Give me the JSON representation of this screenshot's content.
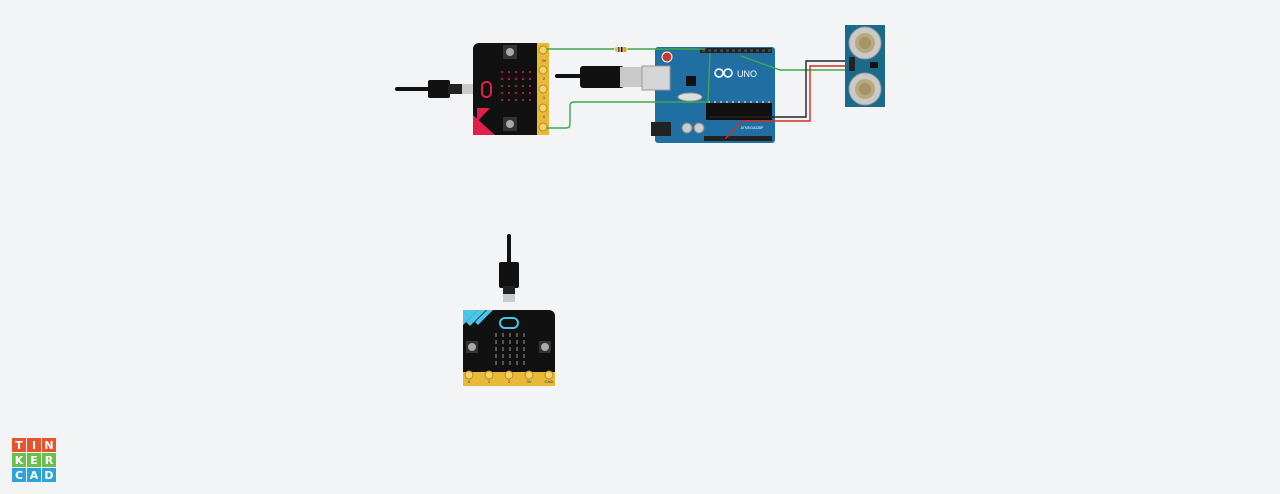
{
  "app": {
    "name": "Tinkercad"
  },
  "logo": {
    "letters": [
      "T",
      "I",
      "N",
      "K",
      "E",
      "R",
      "C",
      "A",
      "D"
    ]
  },
  "colors": {
    "background": "#f3f4f6",
    "logo_tile_1": "#e8532b",
    "logo_tile_2": "#f6a81c",
    "logo_tile_3": "#6bc04b",
    "logo_tile_4": "#2ea3d9",
    "arduino_blue": "#1f6fa3",
    "microbit_gold": "#e8b938",
    "wire_green": "#3fa84a",
    "wire_red": "#d52b1e",
    "wire_black": "#222222"
  },
  "components": {
    "arduino": {
      "label": "UNO",
      "chip_label": "ATMEGA328P"
    },
    "microbit_top": {
      "pins": [
        "3V",
        "2",
        "1",
        "0"
      ]
    },
    "microbit_bottom": {
      "pins": [
        "0",
        "1",
        "2",
        "3V",
        "GND"
      ]
    }
  }
}
